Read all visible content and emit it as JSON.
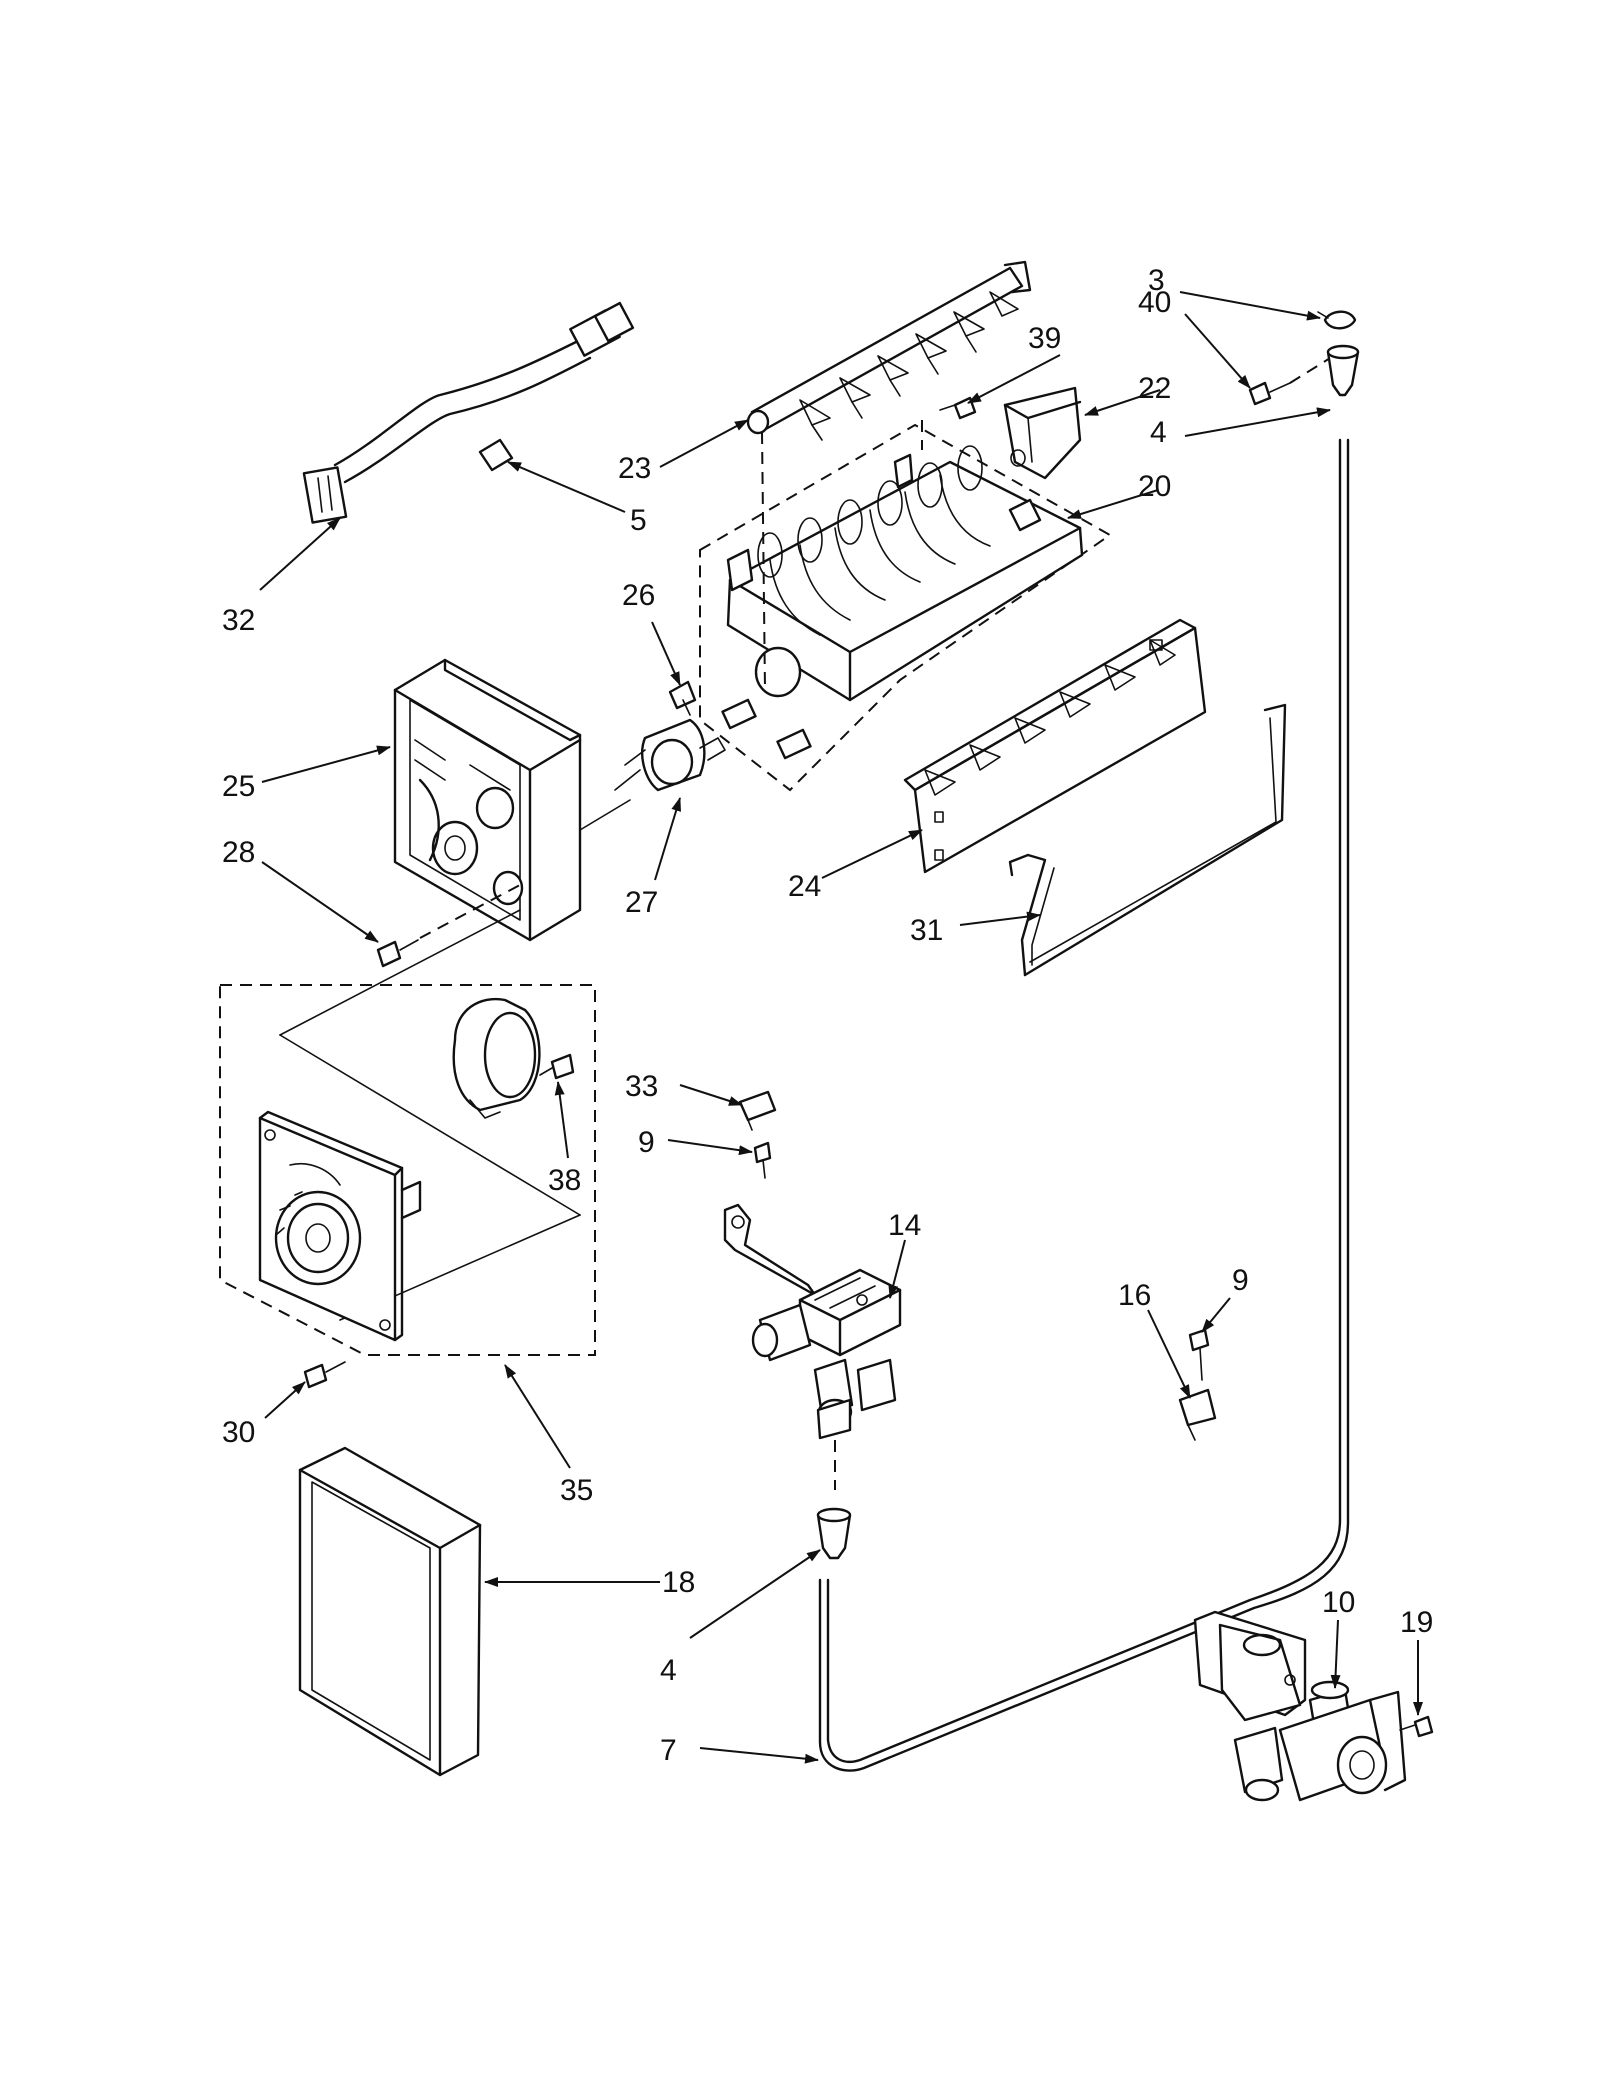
{
  "callouts": {
    "c3": "3",
    "c40": "40",
    "c39": "39",
    "c22": "22",
    "c4a": "4",
    "c23": "23",
    "c5": "5",
    "c20": "20",
    "c32": "32",
    "c26": "26",
    "c25": "25",
    "c28": "28",
    "c27": "27",
    "c24": "24",
    "c31": "31",
    "c33": "33",
    "c9a": "9",
    "c38": "38",
    "c14": "14",
    "c16": "16",
    "c9b": "9",
    "c30": "30",
    "c35": "35",
    "c18": "18",
    "c4b": "4",
    "c10": "10",
    "c19": "19",
    "c7": "7"
  }
}
